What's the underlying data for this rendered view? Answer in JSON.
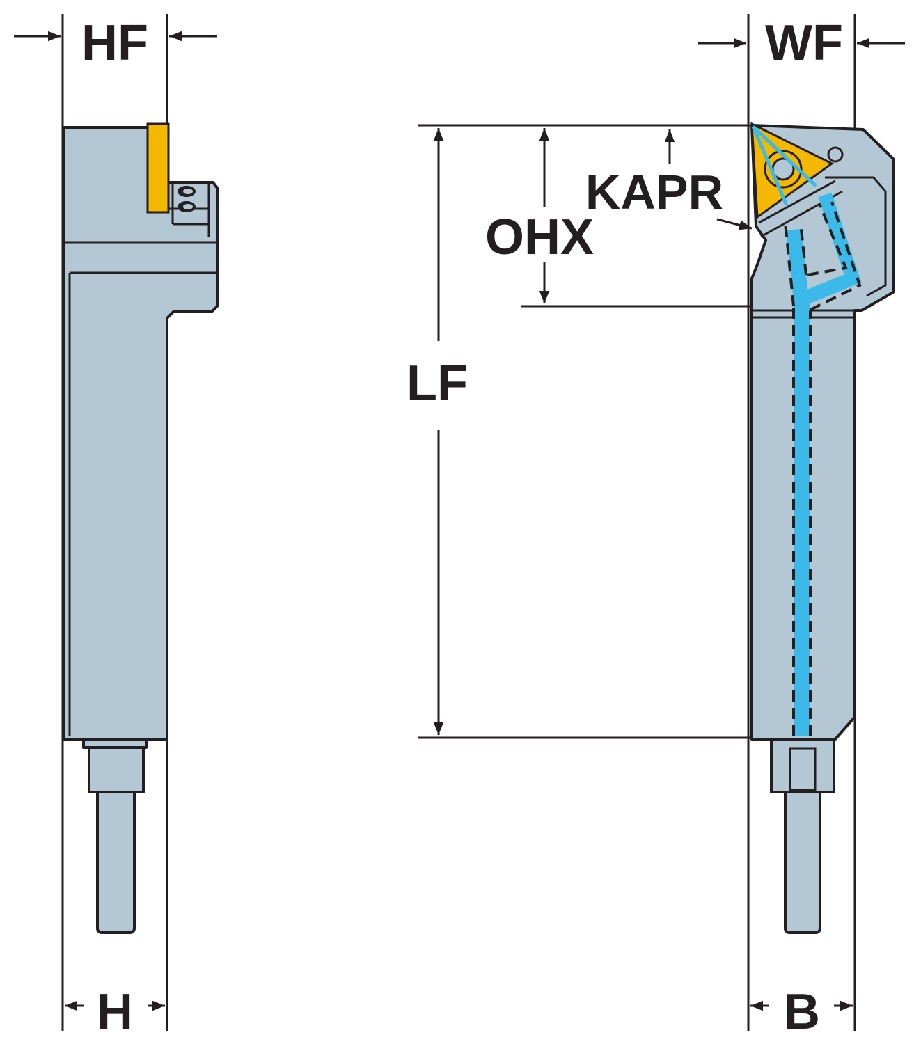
{
  "labels": {
    "hf": "HF",
    "wf": "WF",
    "kapr": "KAPR",
    "ohx": "OHX",
    "lf": "LF",
    "h": "H",
    "b": "B"
  },
  "colors": {
    "body": "#b3c7d5",
    "insert": "#f5b800",
    "coolant": "#3bb9e9",
    "line": "#231f20"
  }
}
